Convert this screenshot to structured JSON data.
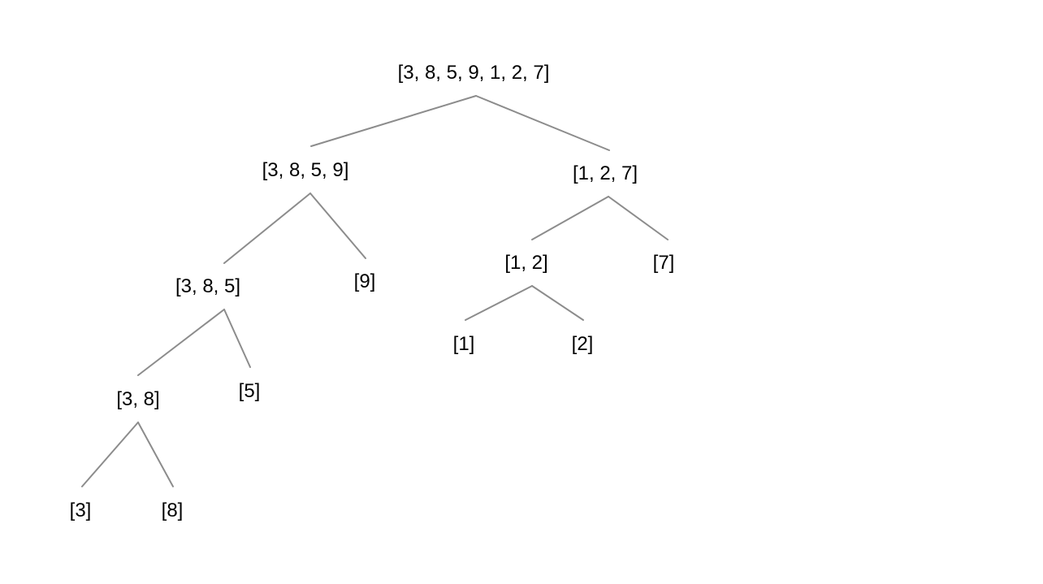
{
  "tree": {
    "nodes": [
      {
        "id": "root",
        "label": "[3, 8, 5, 9, 1, 2, 7]"
      },
      {
        "id": "l",
        "label": "[3, 8, 5, 9]"
      },
      {
        "id": "r",
        "label": "[1, 2, 7]"
      },
      {
        "id": "ll",
        "label": "[3, 8, 5]"
      },
      {
        "id": "lr",
        "label": "[9]"
      },
      {
        "id": "rl",
        "label": "[1, 2]"
      },
      {
        "id": "rr",
        "label": "[7]"
      },
      {
        "id": "lll",
        "label": "[3, 8]"
      },
      {
        "id": "llr",
        "label": "[5]"
      },
      {
        "id": "rll",
        "label": "[1]"
      },
      {
        "id": "rlr",
        "label": "[2]"
      },
      {
        "id": "llll",
        "label": "[3]"
      },
      {
        "id": "lllr",
        "label": "[8]"
      }
    ],
    "edges": [
      [
        "root",
        "l"
      ],
      [
        "root",
        "r"
      ],
      [
        "l",
        "ll"
      ],
      [
        "l",
        "lr"
      ],
      [
        "r",
        "rl"
      ],
      [
        "r",
        "rr"
      ],
      [
        "ll",
        "lll"
      ],
      [
        "ll",
        "llr"
      ],
      [
        "rl",
        "rll"
      ],
      [
        "rl",
        "rlr"
      ],
      [
        "lll",
        "llll"
      ],
      [
        "lll",
        "lllr"
      ]
    ]
  }
}
